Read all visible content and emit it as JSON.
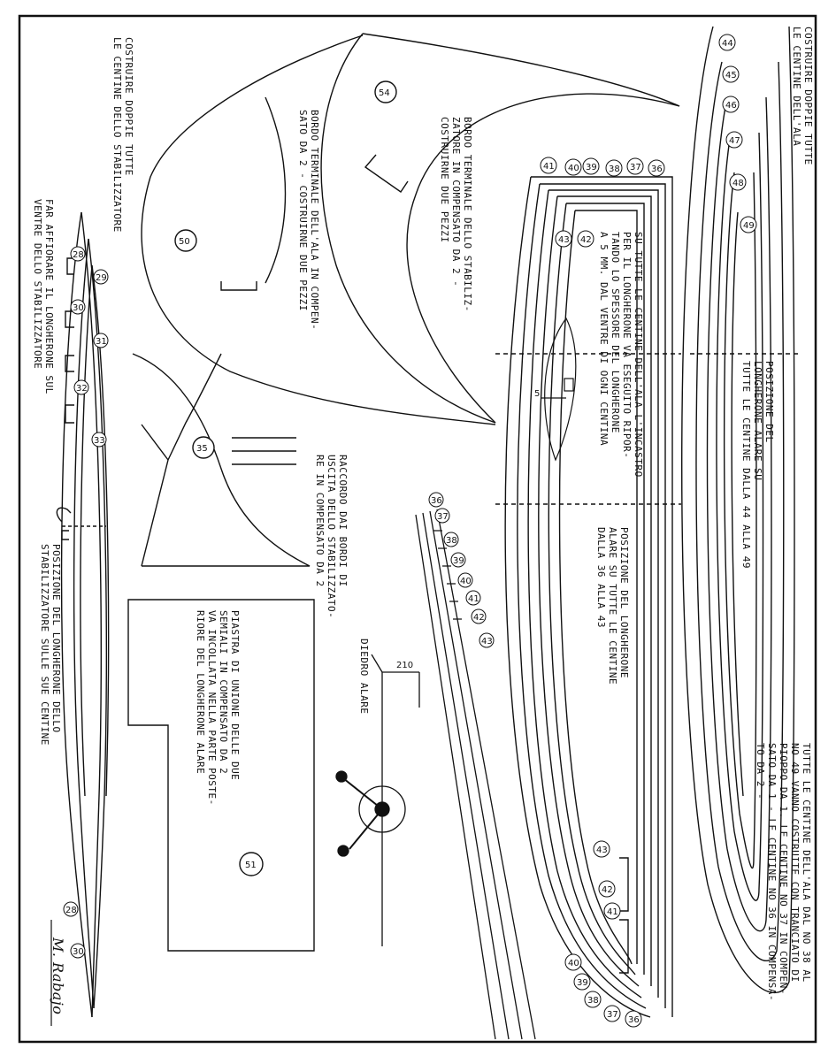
{
  "notes": {
    "double_wing_ribs": "COSTRUIRE DOPPIE TUTTE\nLE CENTINE DELL'ALA",
    "double_stab_ribs": "COSTRUIRE DOPPIE TUTTE\nLE CENTINE DELLO STABILIZZATORE",
    "stab_spar_flush": "FAR AFFIORARE IL LONGHERONE SUL\nVENTRE DELLO STABILIZZATORE",
    "stab_spar_position": "POSIZIONE DEL LONGHERONE DELLO\nSTABILIZZATORE SULLE SUE CENTINE",
    "wing_tip": "BORDO TERMINALE DELL'ALA IN COMPEN-\nSATO DA 2 - COSTRUIRNE DUE PEZZI",
    "stab_tip": "BORDO TERMINALE DELLO STABILIZ-\nZATORE IN COMPENSATO DA 2 -\nCOSTRUIRNE DUE PEZZI",
    "fairing": "RACCORDO DAI BORDI DI\nUSCITA DELLO STABILIZZATO-\nRE IN COMPENSATO DA 2",
    "joining_plate": "PIASTRA DI UNIONE DELLE DUE\nSEMIALI IN COMPENSATO DA 2\nVA INCOLLATA NELLA PARTE POSTE-\nRIORE DEL LONGHERONE ALARE",
    "notch_note": "SU TUTTE LE CENTINE DELL'ALA L'INCASTRO\nPER IL LONGHERONE VA ESEGUITO RIPOR-\nTANDO LO SPESSORE DEL LONGHERONE\nA 5 MM. DAL VENTRE DI OGNI CENTINA",
    "spar_44_49": "POSIZIONE DEL\nLONGHERONE ALARE SU\nTUTTE LE CENTINE DALLA 44 ALLA 49",
    "spar_36_43": "POSIZIONE DEL LONGHERONE\nALARE SU TUTTE LE CENTINE\nDALLA 36 ALLA 43",
    "all_ribs": "TUTTE LE CENTINE DELL'ALA DAL No 38 AL\nNo 49 VANNO COSTRUITE CON TRANCIATO DI\nPIOPPO DA 1. LE CENTINE No 37 IN COMPEN-\nSATO DA 1 - LE CENTINE No 36 IN COMPENSA-\nTO DA 2 -",
    "dihedral": "DIEDRO ALARE",
    "dihedral_value": "210",
    "dim_5": "5"
  },
  "signature": "M. Rabajo",
  "part_numbers": {
    "stab_tip": "50",
    "wing_tip": "54",
    "fairing": "35",
    "plate": "51"
  },
  "stab_rib_numbers": [
    "28",
    "29",
    "30",
    "31",
    "32",
    "33",
    "28",
    "30"
  ],
  "wing_rib_numbers_large": [
    "44",
    "45",
    "46",
    "47",
    "48",
    "49"
  ],
  "wing_rib_numbers_top": [
    "41",
    "40",
    "39",
    "38",
    "37",
    "36",
    "43",
    "42"
  ],
  "wing_rib_numbers_bottom": [
    "43",
    "42",
    "41",
    "40",
    "39",
    "38",
    "37",
    "36"
  ],
  "wing_rib_numbers_strip": [
    "36",
    "37",
    "38",
    "39",
    "40",
    "41",
    "42",
    "43"
  ],
  "colors": {
    "ink": "#111111",
    "paper": "#ffffff"
  }
}
